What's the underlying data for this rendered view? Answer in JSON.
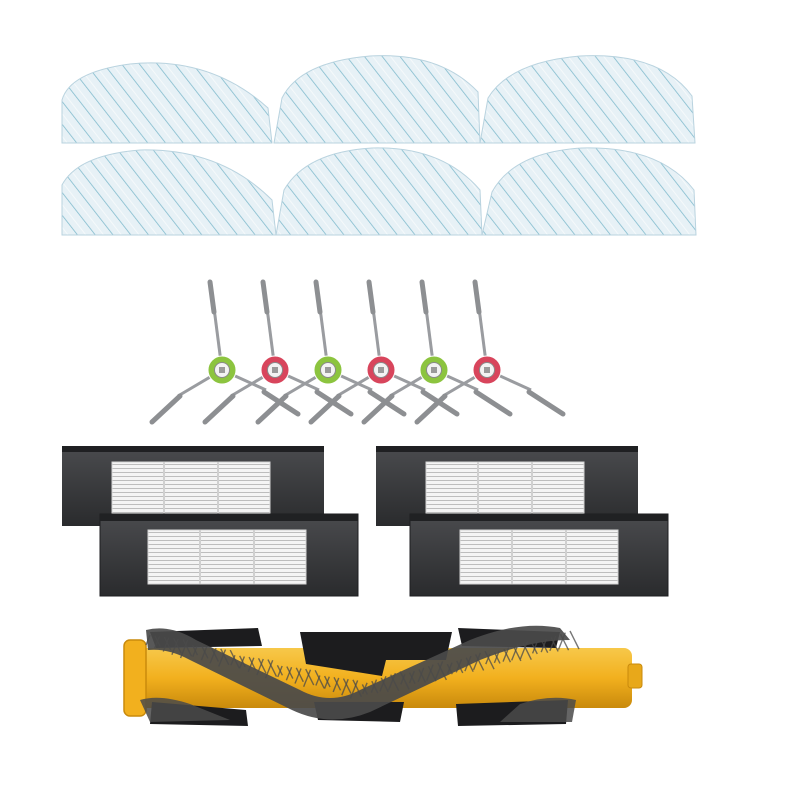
{
  "scene": {
    "background": "#ffffff",
    "mop_pads": {
      "count": 6,
      "colors": {
        "fill": "#e7f1f6",
        "stripe": "#5fa9bf",
        "edge": "#b9d3df"
      }
    },
    "side_brushes": {
      "count": 6,
      "hub_colors": [
        "#8cc43f",
        "#d8455c",
        "#8cc43f",
        "#d8455c",
        "#8cc43f",
        "#d8455c"
      ],
      "bristle_color": "#8d8f92",
      "arm_color": "#9a9ca0"
    },
    "hepa_filters": {
      "count": 4,
      "colors": {
        "frame": "#3a3b3d",
        "frame_dark": "#262729",
        "media": "#f2f2f2",
        "pleat": "#c9c9c9"
      }
    },
    "main_brush": {
      "count": 1,
      "colors": {
        "core": "#f2b01e",
        "core_dark": "#d8940f",
        "bristle": "#4a4a4a",
        "rubber": "#1c1c1e"
      }
    }
  }
}
